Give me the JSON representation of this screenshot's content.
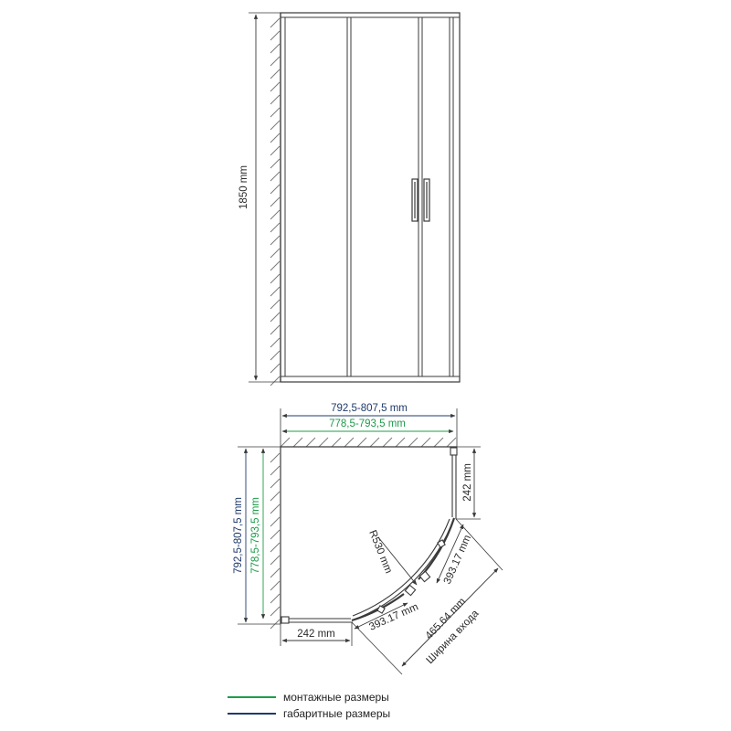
{
  "colors": {
    "line": "#3a3a3a",
    "hatch": "#7a7a7a",
    "overall_dim": "#1f3a6b",
    "mount_dim": "#1e9c4a",
    "text": "#2a2a2a"
  },
  "front_view": {
    "height_label": "1850 mm"
  },
  "plan_view": {
    "overall_width_label": "792,5-807,5 mm",
    "mount_width_label": "778,5-793,5 mm",
    "overall_depth_label": "792,5-807,5 mm",
    "mount_depth_label": "778,5-793,5 mm",
    "side_panel_right_label": "242 mm",
    "side_panel_bottom_label": "242 mm",
    "radius_label": "R530 mm",
    "door_segment_label_a": "393.17 mm",
    "door_segment_label_b": "393.17 mm",
    "entrance_chord_label": "465.64 mm",
    "entrance_caption": "Ширина входа"
  },
  "legend": {
    "items": [
      {
        "label": "монтажные размеры",
        "color": "#1e9c4a"
      },
      {
        "label": "габаритные размеры",
        "color": "#1f3a6b"
      }
    ]
  }
}
